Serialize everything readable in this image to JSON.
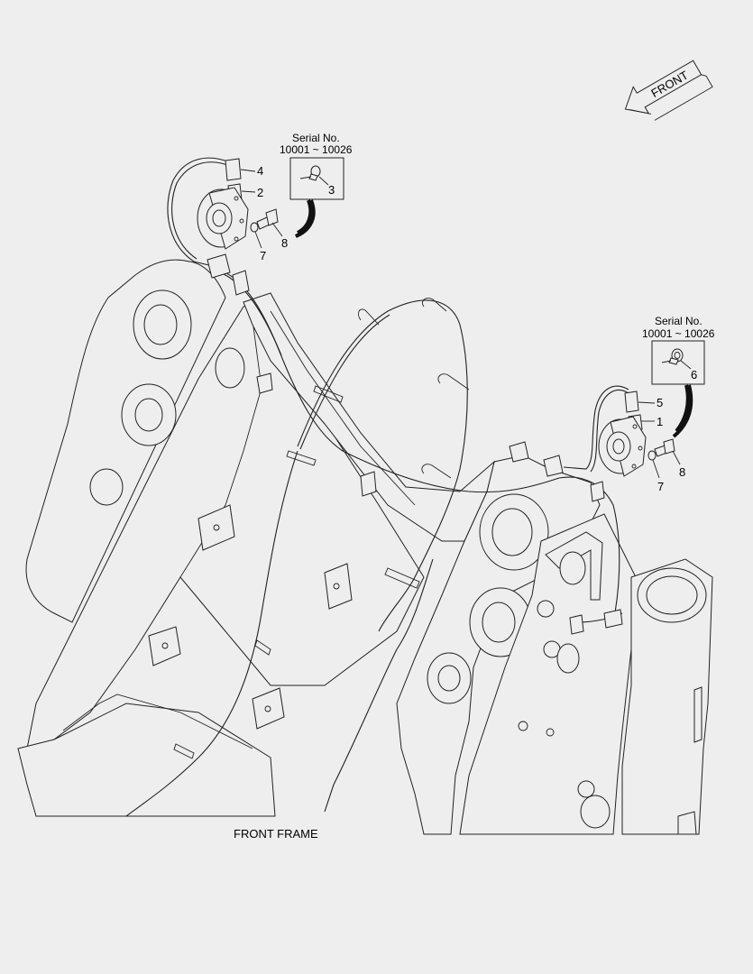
{
  "caption": "FRONT FRAME",
  "front_arrow_text": "FRONT",
  "serial_box_left": {
    "title": "Serial No.",
    "range": "10001 ~ 10026",
    "part": "3"
  },
  "serial_box_right": {
    "title": "Serial No.",
    "range": "10001 ~ 10026",
    "part": "6"
  },
  "callouts_left": [
    "4",
    "2",
    "7",
    "8"
  ],
  "callouts_right": [
    "5",
    "1",
    "7",
    "8"
  ],
  "colors": {
    "background": "#eeeeee",
    "line": "#222222"
  }
}
